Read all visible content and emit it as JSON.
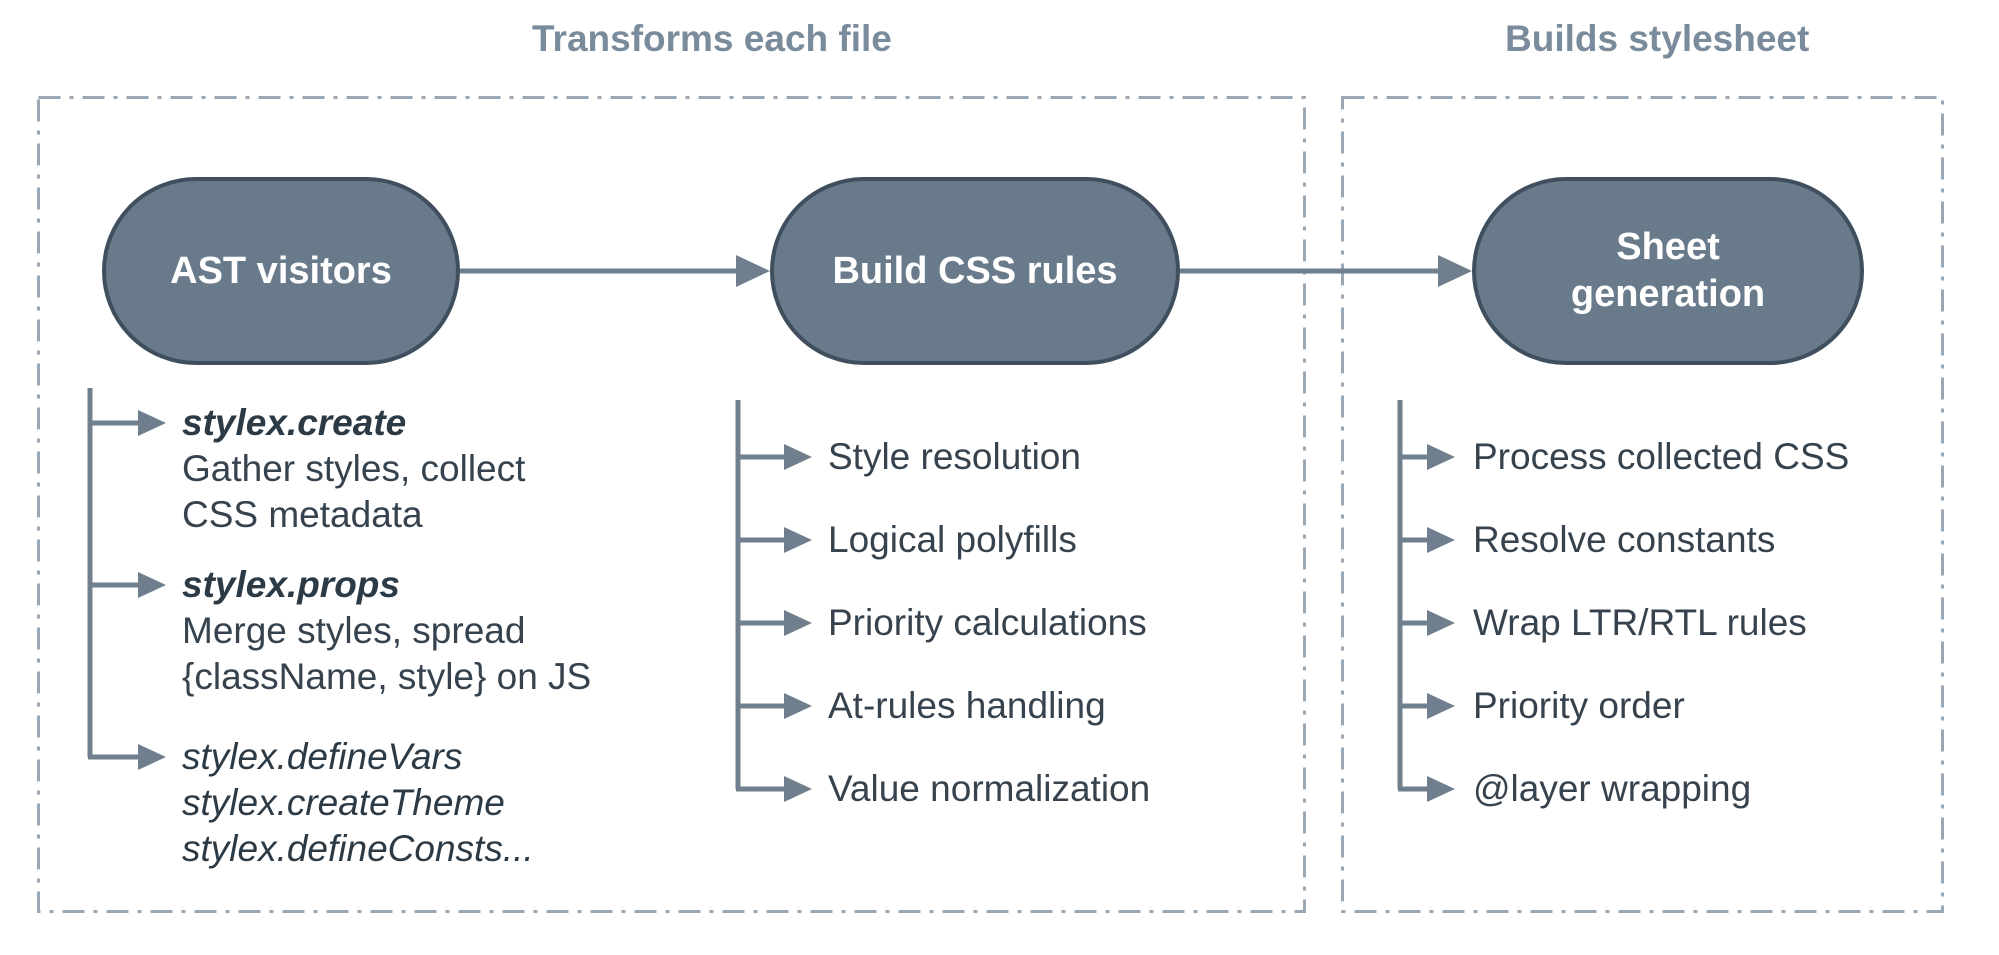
{
  "headers": {
    "left": "Transforms each file",
    "right": "Builds stylesheet"
  },
  "columns": [
    {
      "pill_label": "AST visitors",
      "items": [
        {
          "lines": [
            {
              "text": "stylex.create",
              "style": "bold-italic"
            },
            {
              "text": "Gather styles, collect",
              "style": "normal"
            },
            {
              "text": "CSS metadata",
              "style": "normal"
            }
          ]
        },
        {
          "lines": [
            {
              "text": "stylex.props",
              "style": "bold-italic"
            },
            {
              "text": "Merge styles, spread",
              "style": "normal"
            },
            {
              "text": "{className, style} on JS",
              "style": "normal"
            }
          ]
        },
        {
          "lines": [
            {
              "text": "stylex.defineVars",
              "style": "italic"
            },
            {
              "text": "stylex.createTheme",
              "style": "italic"
            },
            {
              "text": "stylex.defineConsts...",
              "style": "italic"
            }
          ]
        }
      ]
    },
    {
      "pill_label": "Build CSS rules",
      "items": [
        {
          "lines": [
            {
              "text": "Style resolution",
              "style": "normal"
            }
          ]
        },
        {
          "lines": [
            {
              "text": "Logical polyfills",
              "style": "normal"
            }
          ]
        },
        {
          "lines": [
            {
              "text": "Priority calculations",
              "style": "normal"
            }
          ]
        },
        {
          "lines": [
            {
              "text": "At-rules handling",
              "style": "normal"
            }
          ]
        },
        {
          "lines": [
            {
              "text": "Value normalization",
              "style": "normal"
            }
          ]
        }
      ]
    },
    {
      "pill_label": "Sheet generation",
      "items": [
        {
          "lines": [
            {
              "text": "Process collected CSS",
              "style": "normal"
            }
          ]
        },
        {
          "lines": [
            {
              "text": "Resolve constants",
              "style": "normal"
            }
          ]
        },
        {
          "lines": [
            {
              "text": "Wrap LTR/RTL rules",
              "style": "normal"
            }
          ]
        },
        {
          "lines": [
            {
              "text": "Priority order",
              "style": "normal"
            }
          ]
        },
        {
          "lines": [
            {
              "text": "@layer wrapping",
              "style": "normal"
            }
          ]
        }
      ]
    }
  ],
  "colors": {
    "pill_fill": "#697A8A",
    "pill_border": "#3F4F5D",
    "pill_text": "#FFFFFF",
    "header_text": "#7A8B9B",
    "body_text": "#36434E",
    "emphasis_text": "#2C3A46",
    "connector": "#6F7F8E",
    "dashed_border": "#9AA7B4"
  }
}
